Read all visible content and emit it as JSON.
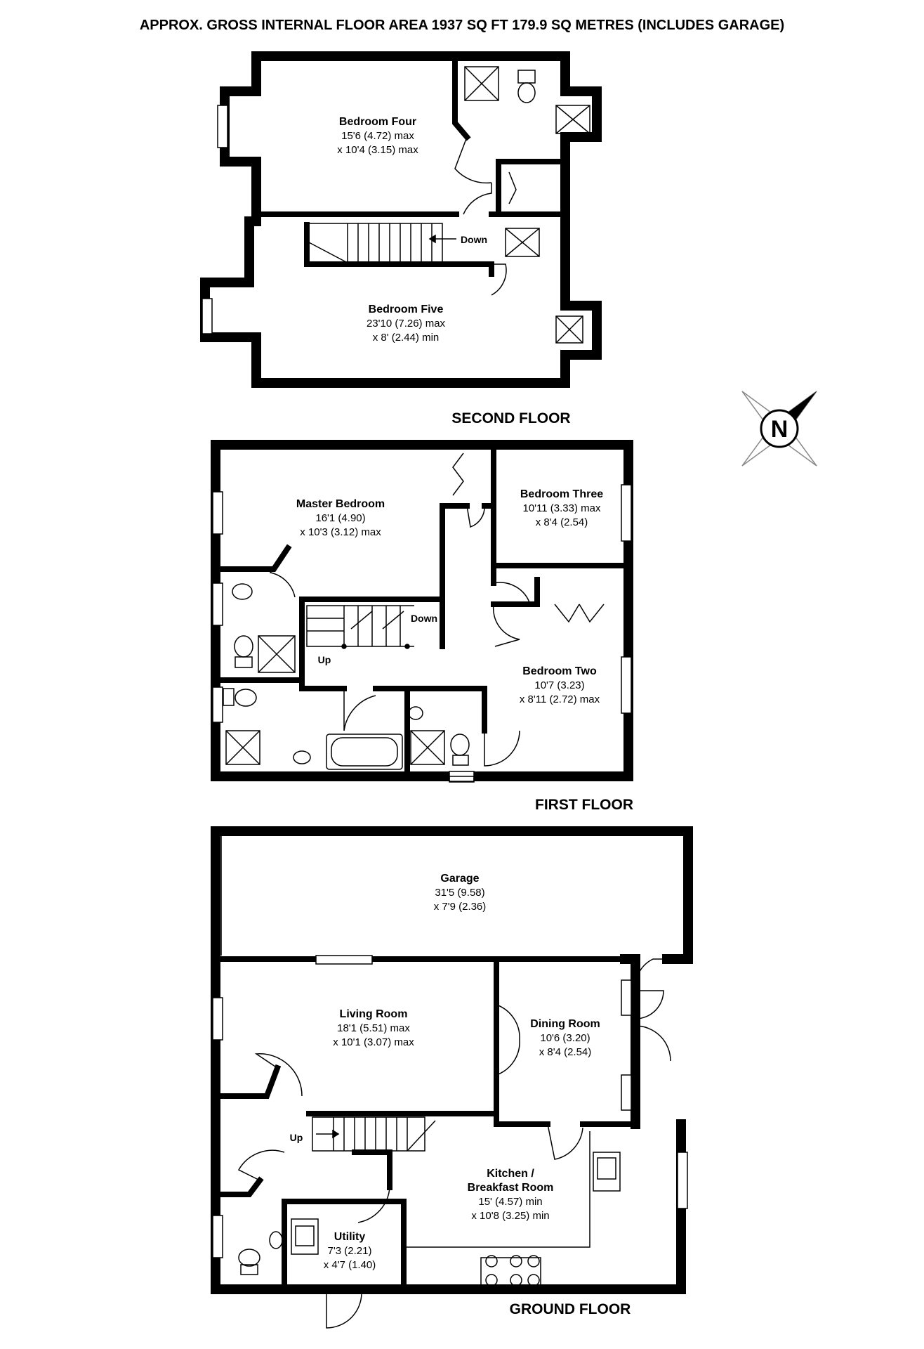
{
  "header": {
    "title": "APPROX. GROSS INTERNAL FLOOR AREA 1937 SQ FT 179.9 SQ METRES (INCLUDES GARAGE)"
  },
  "floors": {
    "second": "SECOND FLOOR",
    "first": "FIRST FLOOR",
    "ground": "GROUND FLOOR"
  },
  "rooms": {
    "bedroom_four": {
      "name": "Bedroom Four",
      "dim1": "15'6 (4.72) max",
      "dim2": "x 10'4 (3.15) max"
    },
    "bedroom_five": {
      "name": "Bedroom Five",
      "dim1": "23'10 (7.26) max",
      "dim2": "x 8' (2.44) min"
    },
    "master_bedroom": {
      "name": "Master Bedroom",
      "dim1": "16'1 (4.90)",
      "dim2": "x 10'3 (3.12) max"
    },
    "bedroom_three": {
      "name": "Bedroom Three",
      "dim1": "10'11 (3.33) max",
      "dim2": "x 8'4 (2.54)"
    },
    "bedroom_two": {
      "name": "Bedroom Two",
      "dim1": "10'7 (3.23)",
      "dim2": "x 8'11 (2.72) max"
    },
    "garage": {
      "name": "Garage",
      "dim1": "31'5 (9.58)",
      "dim2": "x 7'9 (2.36)"
    },
    "living_room": {
      "name": "Living Room",
      "dim1": "18'1 (5.51) max",
      "dim2": "x 10'1 (3.07) max"
    },
    "dining_room": {
      "name": "Dining Room",
      "dim1": "10'6 (3.20)",
      "dim2": "x 8'4 (2.54)"
    },
    "kitchen": {
      "name1": "Kitchen /",
      "name2": "Breakfast Room",
      "dim1": "15' (4.57) min",
      "dim2": "x 10'8 (3.25) min"
    },
    "utility": {
      "name": "Utility",
      "dim1": "7'3 (2.21)",
      "dim2": "x 4'7 (1.40)"
    }
  },
  "stairs": {
    "second_down": "Down",
    "first_down": "Down",
    "first_up": "Up",
    "ground_up": "Up"
  },
  "compass": {
    "letter": "N"
  }
}
